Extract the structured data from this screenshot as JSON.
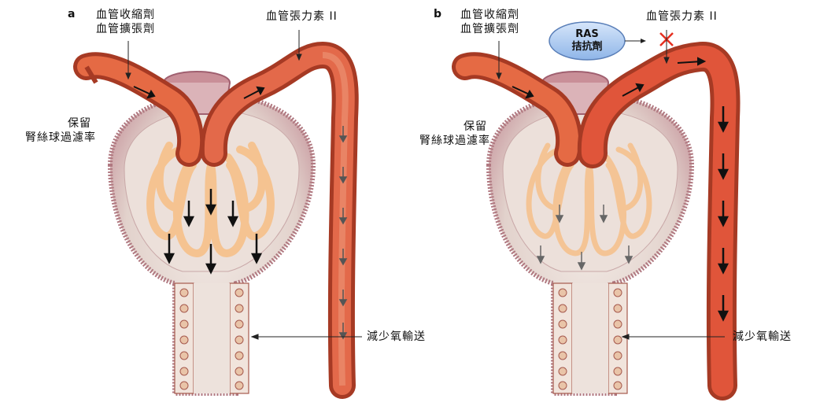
{
  "panel_a": {
    "letter": "a",
    "vasoconstrictor": "血管收縮劑",
    "vasodilator": "血管擴張劑",
    "angiotensin": "血管張力素 II",
    "retain_1": "保留",
    "retain_2": "腎絲球過濾率",
    "oxygen": "減少氧輸送"
  },
  "panel_b": {
    "letter": "b",
    "vasoconstrictor": "血管收縮劑",
    "vasodilator": "血管擴張劑",
    "angiotensin": "血管張力素 II",
    "ras_1": "RAS",
    "ras_2": "拮抗劑",
    "retain_1": "保留",
    "retain_2": "腎絲球過濾率",
    "oxygen": "減少氧輸送"
  },
  "colors": {
    "vessel": "#d9553a",
    "vessel_light": "#f0a080",
    "capsule": "#c89aa0",
    "capsule_inner": "#eaded8",
    "loop": "#f7c690",
    "ras_fill": "#a9c8f0",
    "block": "#e53020"
  }
}
